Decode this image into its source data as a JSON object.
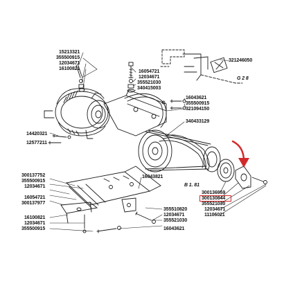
{
  "diagram": {
    "part_numbers": {
      "p15213321": "15213321",
      "p355500915_top": "355500915",
      "p12034671_top": "12034671",
      "p16100821_top": "16100821",
      "p16054721": "16054721",
      "p12034671_mid": "12034671",
      "p355521030_mid": "355521030",
      "p340415003": "340415003",
      "p16043621_mid": "16043621",
      "p355500915_mid": "355500915",
      "p321094150": "321094150",
      "p321246050": "321246050",
      "p340433129": "340433129",
      "p14420321": "14420321",
      "p12577211": "12577211",
      "p300137752": "300137752",
      "p355500915_left": "355500915",
      "p12034671_left": "12034671",
      "p16054721_left": "16054721",
      "p300137977": "300137977",
      "p16043821": "16043821",
      "p300136959": "300136959",
      "p300130844": "300130844",
      "p355521030_right": "355521030",
      "p12034671_right": "12034671",
      "p11106021": "11106021",
      "p16100821_bot": "16100821",
      "p12034671_bot": "12034671",
      "p355500915_bot": "355500915",
      "p355510820": "355510820",
      "p12034671_bot2": "12034671",
      "p355521030_bot": "355521030",
      "p16043621_bot": "16043621"
    },
    "tags": {
      "g28": "G 2 8",
      "b181": "B 1. 81"
    },
    "highlighted_part": "300130844",
    "colors": {
      "line": "#1a1a1a",
      "arrow": "#d12a2a",
      "highlight": "#d12a2a"
    }
  }
}
